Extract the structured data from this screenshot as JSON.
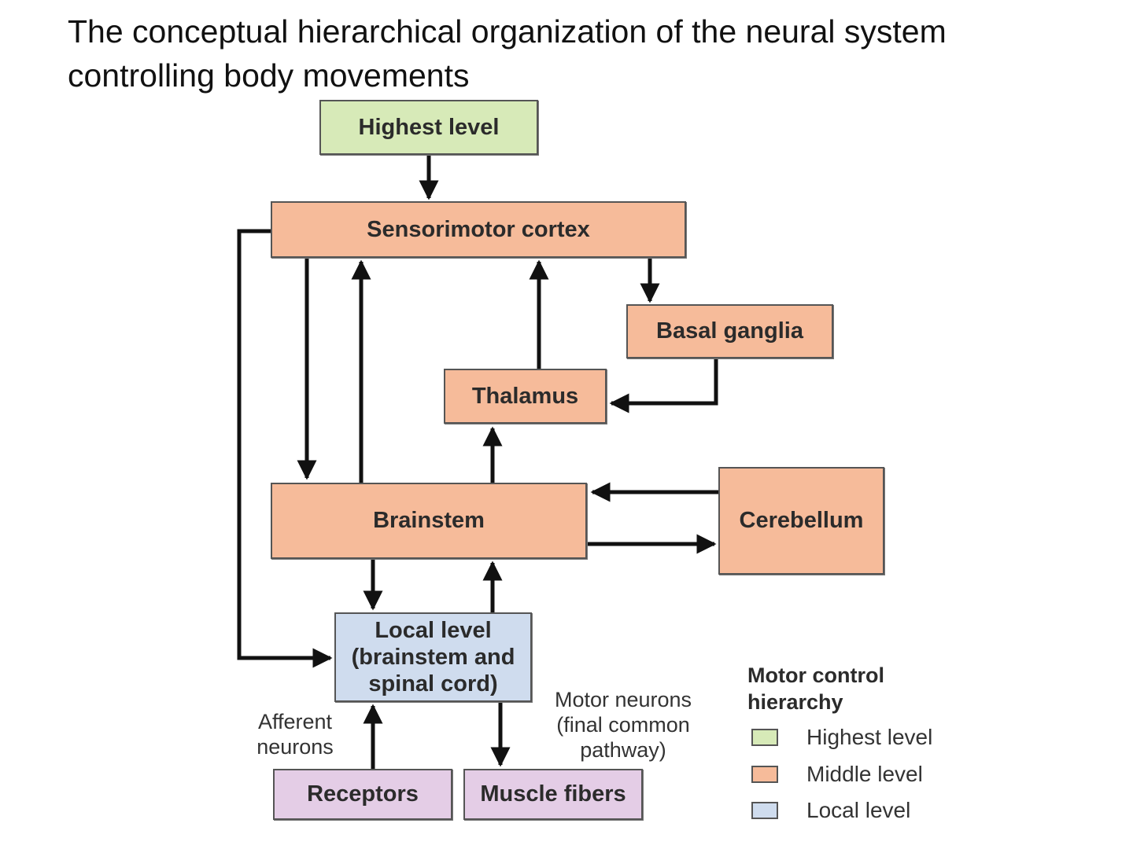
{
  "title": "The conceptual hierarchical organization of the neural system controlling body movements",
  "colors": {
    "highest": "#d7eab8",
    "middle": "#f6bb9a",
    "local": "#cfdcee",
    "peripheral": "#e4cde6",
    "arrow": "#111111"
  },
  "nodes": {
    "highest_level": "Highest level",
    "sensorimotor_cortex": "Sensorimotor cortex",
    "basal_ganglia": "Basal ganglia",
    "thalamus": "Thalamus",
    "brainstem": "Brainstem",
    "cerebellum": "Cerebellum",
    "local_level": {
      "line1": "Local level",
      "line2": "(brainstem and",
      "line3": "spinal cord)"
    },
    "receptors": "Receptors",
    "muscle_fibers": "Muscle fibers"
  },
  "captions": {
    "afferent": {
      "line1": "Afferent",
      "line2": "neurons"
    },
    "motor_neurons": {
      "line1": "Motor neurons",
      "line2": "(final common",
      "line3": "pathway)"
    }
  },
  "legend": {
    "title_line1": "Motor control",
    "title_line2": "hierarchy",
    "items": [
      {
        "label": "Highest level",
        "color": "#d7eab8"
      },
      {
        "label": "Middle level",
        "color": "#f6bb9a"
      },
      {
        "label": "Local level",
        "color": "#cfdcee"
      }
    ]
  }
}
